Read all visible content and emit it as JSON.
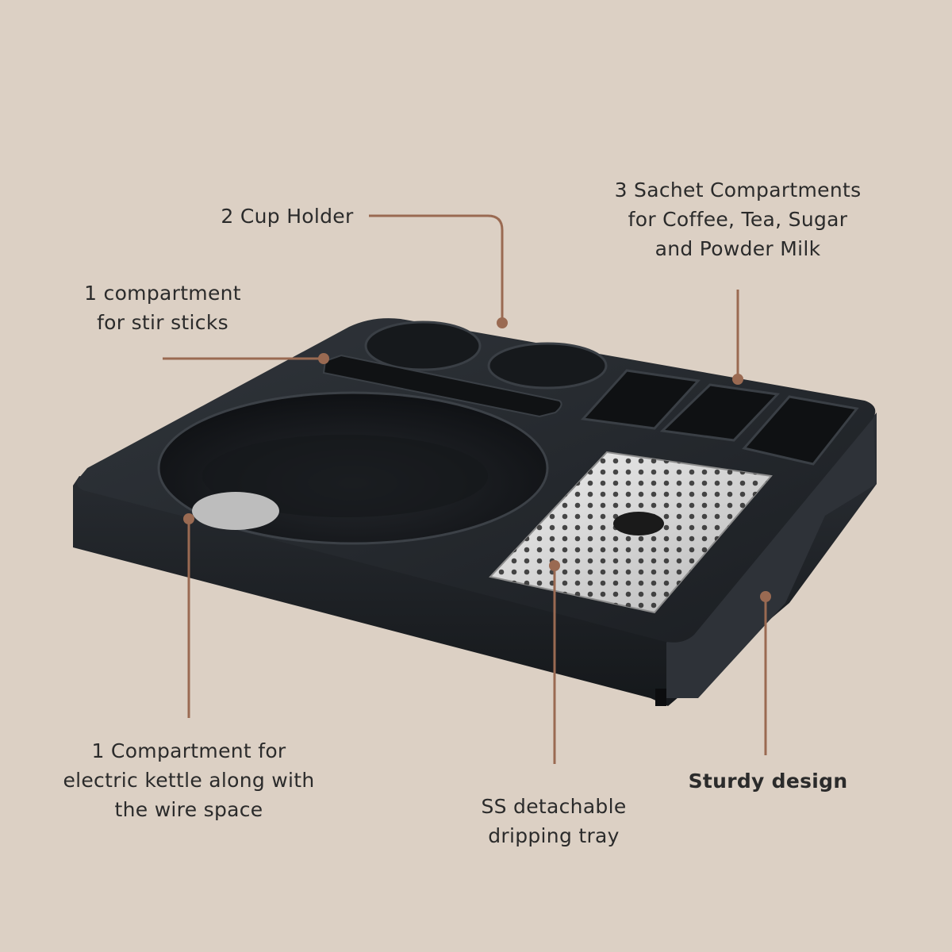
{
  "callouts": {
    "cup_holder": "2 Cup Holder",
    "sachet": "3 Sachet Compartments\nfor Coffee, Tea, Sugar\nand Powder Milk",
    "stir_sticks": "1 compartment\nfor stir sticks",
    "kettle": "1 Compartment for\nelectric kettle along with\nthe wire space",
    "drip_tray": "SS detachable\ndripping tray",
    "sturdy": "Sturdy design"
  },
  "colors": {
    "background": "#dcd0c4",
    "leader": "#9a6a52",
    "tray": "#22262b",
    "steel": "#d9d9d9"
  }
}
